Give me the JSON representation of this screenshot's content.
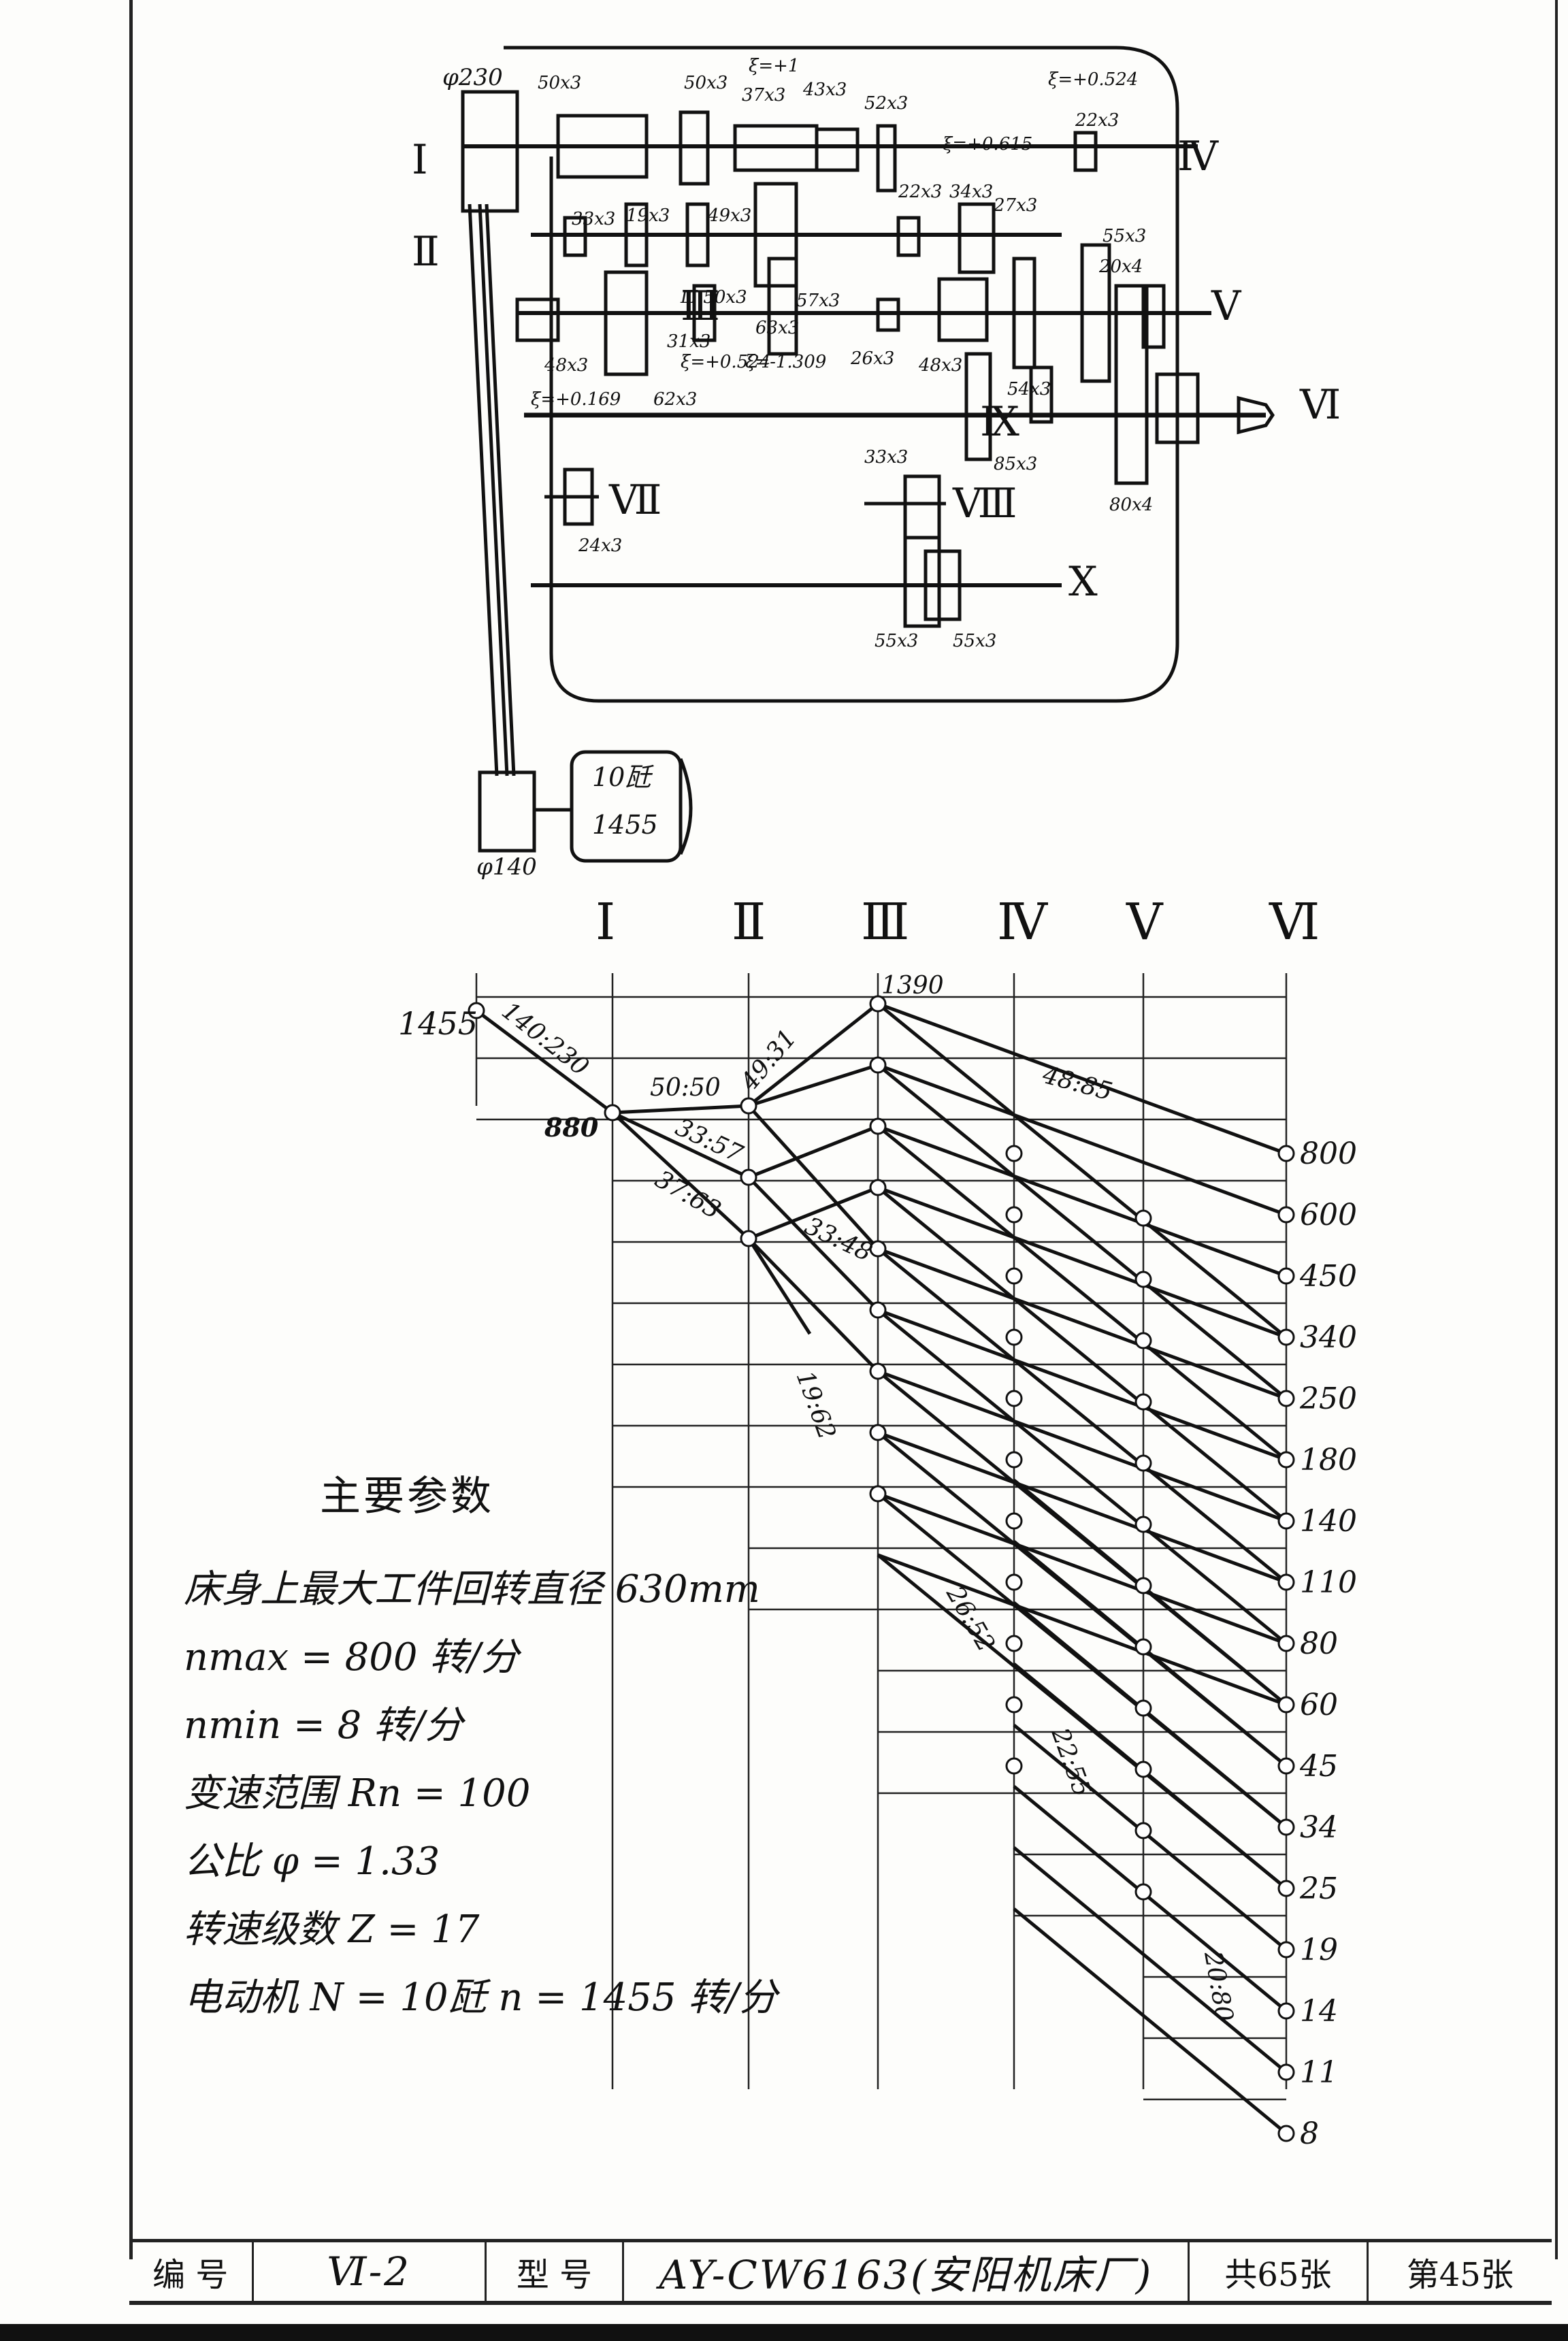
{
  "kinematic": {
    "pulley_top": "φ230",
    "pulley_bottom": "φ140",
    "motor_power": "10瓩",
    "motor_rpm": "1455",
    "shafts": [
      "Ⅰ",
      "Ⅱ",
      "Ⅲ",
      "Ⅳ",
      "Ⅴ",
      "Ⅵ",
      "Ⅶ",
      "Ⅷ",
      "Ⅸ",
      "Ⅹ"
    ],
    "gear_labels": [
      "50x3",
      "50x3",
      "ξ=+1",
      "37x3",
      "43x3",
      "52x3",
      "ξ=+0.524",
      "ξ=+0.615",
      "22x3",
      "33x3",
      "19x3",
      "49x3",
      "22x3",
      "34x3",
      "27x3",
      "55x3",
      "20x4",
      "Ⅲ 50x3",
      "57x3",
      "63x3",
      "31x3",
      "ξ=+0.524",
      "ξ=-1.309",
      "26x3",
      "48x3",
      "ξ=+0.169",
      "62x3",
      "48x3",
      "54x3",
      "85x3",
      "80x4",
      "33x3",
      "24x3",
      "55x3",
      "55x3"
    ]
  },
  "speed_chart": {
    "shaft_labels": [
      "Ⅰ",
      "Ⅱ",
      "Ⅲ",
      "Ⅳ",
      "Ⅴ",
      "Ⅵ"
    ],
    "input_speed": "1455",
    "shaft1_speed": "880",
    "shaft3_max": "1390",
    "ratios": [
      "140:230",
      "50:50",
      "49:31",
      "33:57",
      "37:63",
      "33:48",
      "48:85",
      "19:62",
      "26:52",
      "22:55",
      "20:80"
    ],
    "output_speeds": [
      "800",
      "600",
      "450",
      "340",
      "250",
      "180",
      "140",
      "110",
      "80",
      "60",
      "45",
      "34",
      "25",
      "19",
      "14",
      "11",
      "8"
    ]
  },
  "params": {
    "title": "主要参数",
    "rows": [
      "床身上最大工件回转直径   630mm",
      "nmax = 800 转/分",
      "nmin = 8 转/分",
      "变速范围    Rn = 100",
      "公比        φ = 1.33",
      "转速级数    Z = 17",
      "电动机      N = 10瓩      n = 1455 转/分"
    ]
  },
  "titleblock": {
    "code_label": "编 号",
    "code_value": "Ⅵ-2",
    "model_label": "型 号",
    "model_value": "AY-CW6163(安阳机床厂)",
    "total": "共65张",
    "sheet": "第45张"
  }
}
